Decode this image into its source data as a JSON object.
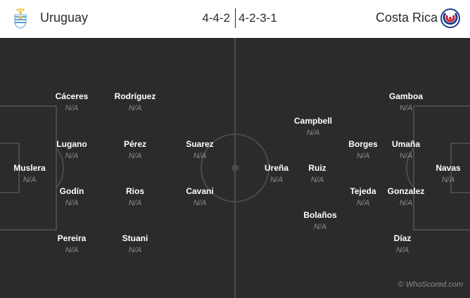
{
  "header": {
    "home_team": "Uruguay",
    "away_team": "Costa Rica",
    "home_formation": "4-4-2",
    "away_formation": "4-2-3-1"
  },
  "home_players": [
    {
      "name": "Muslera",
      "rating": "N/A"
    },
    {
      "name": "Cáceres",
      "rating": "N/A"
    },
    {
      "name": "Lugano",
      "rating": "N/A"
    },
    {
      "name": "Godín",
      "rating": "N/A"
    },
    {
      "name": "Pereira",
      "rating": "N/A"
    },
    {
      "name": "Rodríguez",
      "rating": "N/A"
    },
    {
      "name": "Pérez",
      "rating": "N/A"
    },
    {
      "name": "Rios",
      "rating": "N/A"
    },
    {
      "name": "Stuani",
      "rating": "N/A"
    },
    {
      "name": "Suarez",
      "rating": "N/A"
    },
    {
      "name": "Cavani",
      "rating": "N/A"
    }
  ],
  "away_players": [
    {
      "name": "Navas",
      "rating": "N/A"
    },
    {
      "name": "Gamboa",
      "rating": "N/A"
    },
    {
      "name": "Umaña",
      "rating": "N/A"
    },
    {
      "name": "Gonzalez",
      "rating": "N/A"
    },
    {
      "name": "Díaz",
      "rating": "N/A"
    },
    {
      "name": "Borges",
      "rating": "N/A"
    },
    {
      "name": "Tejeda",
      "rating": "N/A"
    },
    {
      "name": "Campbell",
      "rating": "N/A"
    },
    {
      "name": "Ruiz",
      "rating": "N/A"
    },
    {
      "name": "Bolaños",
      "rating": "N/A"
    },
    {
      "name": "Ureña",
      "rating": "N/A"
    }
  ],
  "watermark": "© WhoScored.com",
  "colors": {
    "pitch": "#2b2b2b",
    "lines": "#4a4a4a",
    "player_name": "#ffffff",
    "rating": "#8c8c8c",
    "header_bg": "#ffffff"
  }
}
